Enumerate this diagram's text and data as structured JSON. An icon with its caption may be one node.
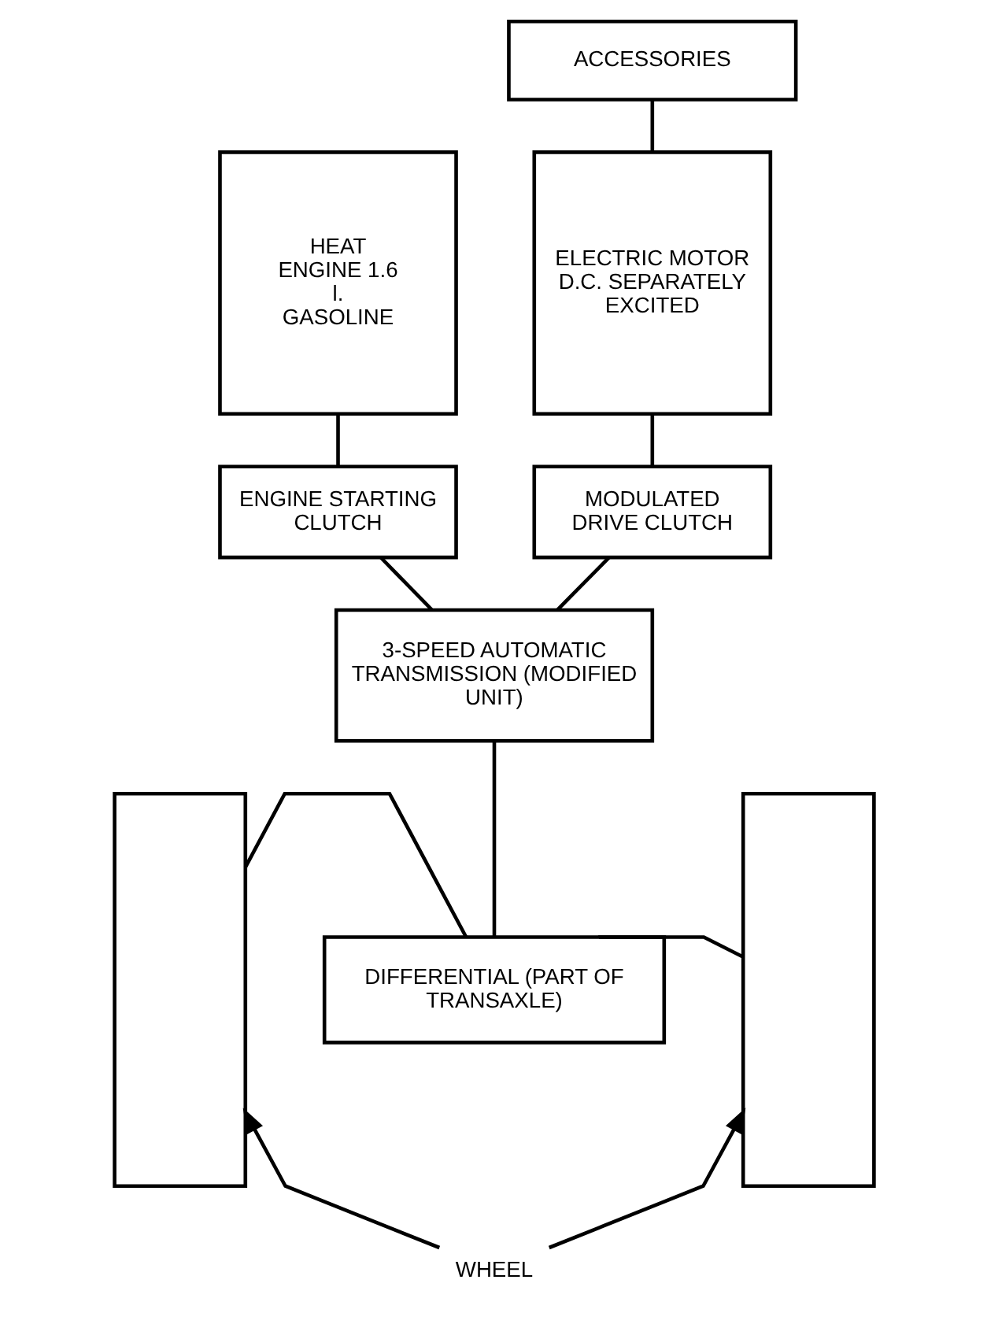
{
  "diagram": {
    "nodes": [
      {
        "text": [
          "ACCESSORIES"
        ]
      },
      {
        "text": [
          "HEAT ENGINE 1.6 l. GASOLINE"
        ]
      },
      {
        "text": [
          "ELECTRIC MOTOR D.C. SEPARATELY EXCITED"
        ]
      },
      {
        "text": [
          "ENGINE STARTING CLUTCH"
        ]
      },
      {
        "text": [
          "MODULATED DRIVE CLUTCH"
        ]
      },
      {
        "text": [
          "3-SPEED AUTOMATIC TRANSMISSION (MODIFIED UNIT)"
        ]
      },
      {
        "text": [
          "DIFFERENTIAL (PART OF TRANSAXLE)"
        ]
      },
      {
        "text": [],
        "shape": "box"
      },
      {
        "text": [],
        "shape": "box"
      },
      {
        "text": [
          "WHEEL"
        ]
      }
    ],
    "edges": [
      {
        "from": 0,
        "to": 2,
        "arrow": "none"
      },
      {
        "from": 1,
        "to": 3,
        "arrow": "none"
      },
      {
        "from": 2,
        "to": 4,
        "arrow": "none"
      },
      {
        "from": 3,
        "to": 5,
        "arrow": "none"
      },
      {
        "from": 4,
        "to": 5,
        "arrow": "none"
      },
      {
        "from": 5,
        "to": 6,
        "arrow": "none"
      },
      {
        "from": 6,
        "to": 7,
        "arrow": "none"
      },
      {
        "from": 6,
        "to": 8,
        "arrow": "none"
      },
      {
        "from": 9,
        "to": 7,
        "arrow": "to"
      },
      {
        "from": 9,
        "to": 8,
        "arrow": "to"
      }
    ]
  }
}
